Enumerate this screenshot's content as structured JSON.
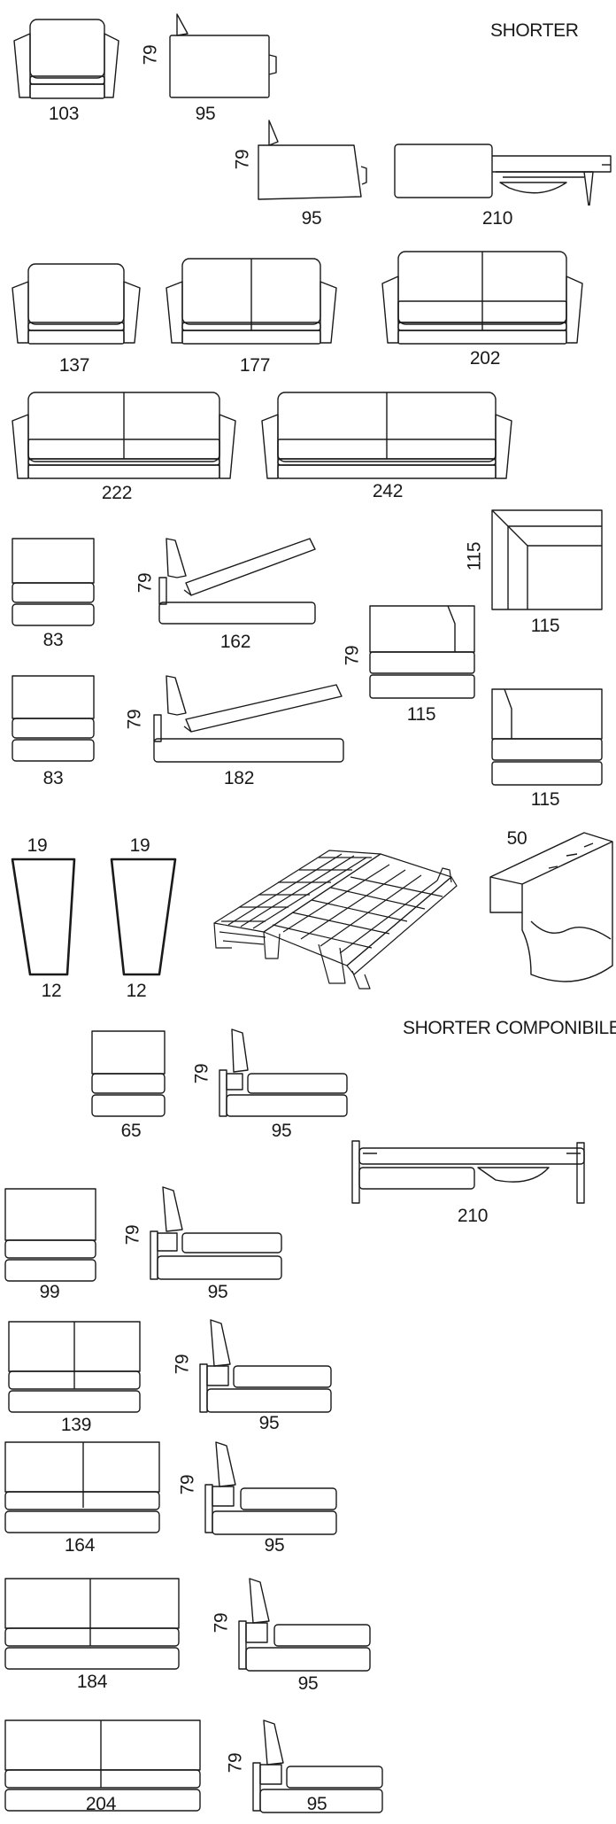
{
  "sections": {
    "shorter": "SHORTER",
    "componibile": "SHORTER COMPONIBILE"
  },
  "dimensions": {
    "armchair_width": "103",
    "armchair_height": "79",
    "armchair_depth": "95",
    "bed_height": "79",
    "bed_depth_closed": "95",
    "bed_depth_open": "210",
    "sofa_137": "137",
    "sofa_177": "177",
    "sofa_202": "202",
    "sofa_222": "222",
    "sofa_242": "242",
    "seat_83_a": "83",
    "chaise_height_a": "79",
    "chaise_162": "162",
    "corner_height": "115",
    "corner_width": "115",
    "seat_83_b": "83",
    "chaise_height_b": "79",
    "chaise_182": "182",
    "end_height": "79",
    "end_width": "115",
    "terminal_width": "115",
    "foot_top_a": "19",
    "foot_bottom_a": "12",
    "foot_top_b": "19",
    "foot_bottom_b": "12",
    "mattress_depth": "50"
  },
  "componibile": {
    "m65": "65",
    "m65_h": "79",
    "m65_d": "95",
    "bed_open": "210",
    "m99": "99",
    "m99_h": "79",
    "m99_d": "95",
    "m139": "139",
    "m139_h": "79",
    "m139_d": "95",
    "m164": "164",
    "m164_h": "79",
    "m164_d": "95",
    "m184": "184",
    "m184_h": "79",
    "m184_d": "95",
    "m204": "204",
    "m204_h": "79",
    "m204_d": "95"
  },
  "colors": {
    "line": "#1a1a1a"
  }
}
